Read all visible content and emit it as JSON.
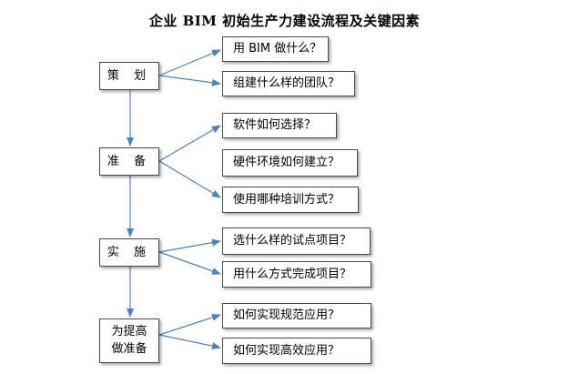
{
  "title": "企业 BIM 初始生产力建设流程及关键因素",
  "colors": {
    "arrow": "#4f81bd",
    "border": "#4a4a4a"
  },
  "stages": [
    {
      "label": "策  划",
      "questions": [
        "用 BIM 做什么？",
        "组建什么样的团队？"
      ]
    },
    {
      "label": "准  备",
      "questions": [
        "软件如何选择？",
        "硬件环境如何建立？",
        "使用哪种培训方式？"
      ]
    },
    {
      "label": "实  施",
      "questions": [
        "选什么样的试点项目？",
        "用什么方式完成项目？"
      ]
    },
    {
      "label": "为提高\n做准备",
      "questions": [
        "如何实现规范应用？",
        "如何实现高效应用？"
      ]
    }
  ]
}
